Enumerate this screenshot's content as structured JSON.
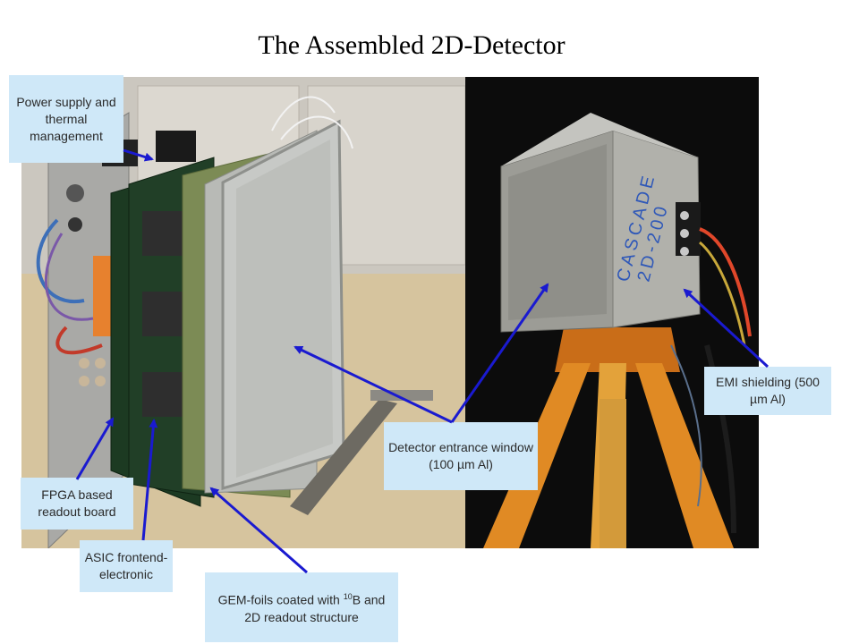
{
  "title": "The Assembled 2D-Detector",
  "labels": {
    "power": "Power supply and thermal management",
    "fpga": "FPGA based readout board",
    "asic": "ASIC frontend-electronic",
    "gem_pre": "GEM-foils coated with ",
    "gem_sup": "10",
    "gem_post": "B and 2D readout structure",
    "window": "Detector entrance window (100 µm Al)",
    "emi": "EMI shielding (500 µm Al)"
  },
  "detector_text": {
    "brand": "CASCADE",
    "model": "2D-200"
  },
  "colors": {
    "callout_bg": "#cfe8f8",
    "arrow": "#1a1ad0"
  }
}
